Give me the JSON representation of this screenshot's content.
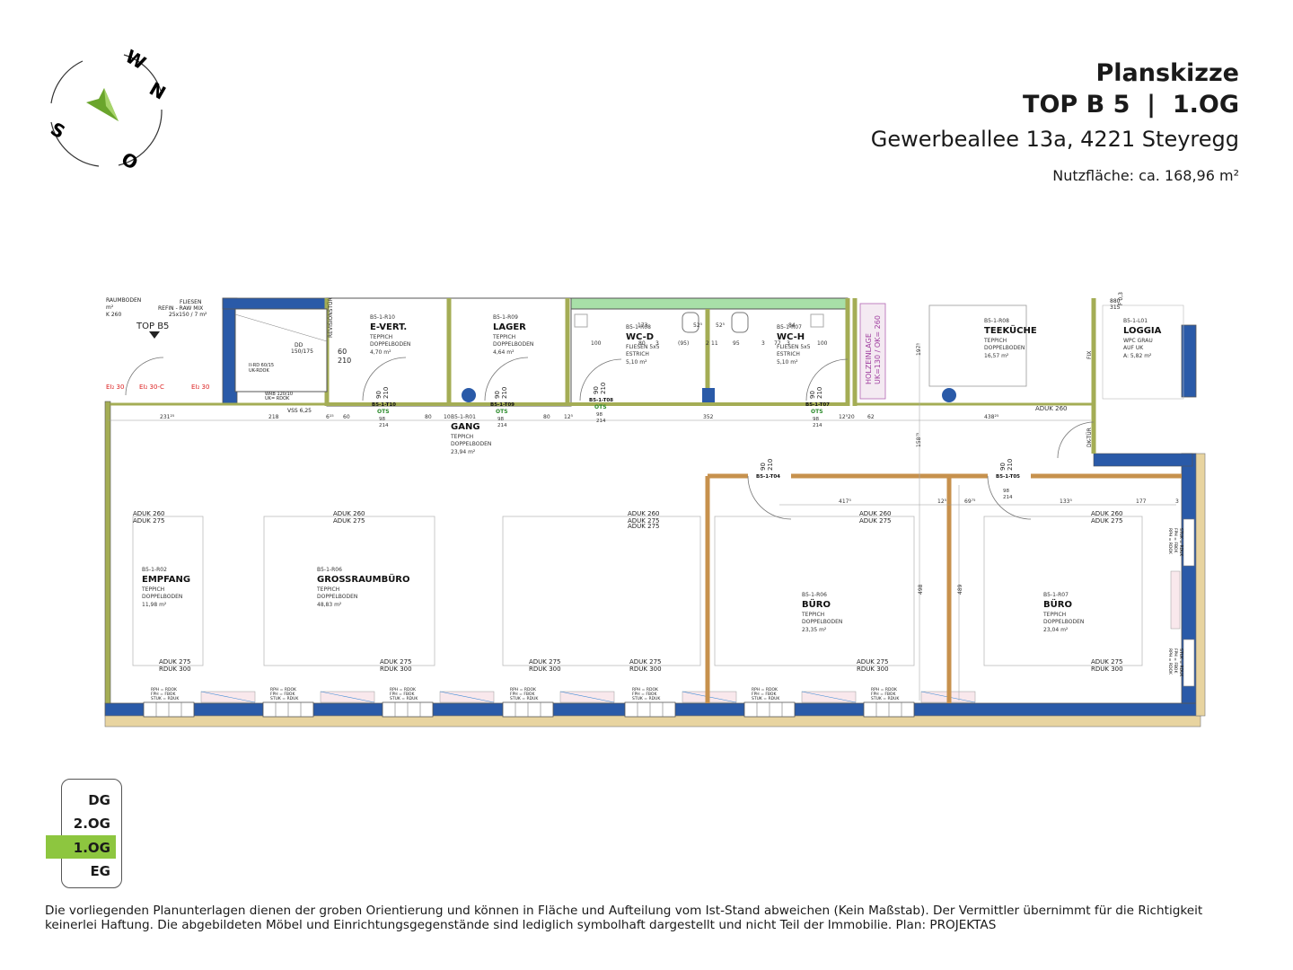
{
  "header": {
    "title": "Planskizze",
    "unit": "TOP B 5  |  1.OG",
    "address": "Gewerbeallee 13a, 4221 Steyregg",
    "area": "Nutzfläche: ca. 168,96 m²"
  },
  "compass": {
    "n": "N",
    "o": "O",
    "s": "S",
    "w": "W"
  },
  "colors": {
    "accent_green": "#8dc63f",
    "wall_blue": "#2a5aa8",
    "wall_olive": "#a4ad55",
    "wall_brown": "#c7914d",
    "bath": "#a8e0a8"
  },
  "plan": {
    "top_label": "TOP B5",
    "misc": {
      "raumboden": "RAUMBODEN",
      "m2": "m²",
      "k260": "K 260",
      "fliesen": "FLIESEN",
      "refin": "REFIN - RAW MIX",
      "fl_size": "25x150 / 7 m²",
      "dd": "DD",
      "dd_dim": "150/175",
      "revisionstuer": "REVISIONSTÜR",
      "d60": "60",
      "d210": "210",
      "hrd": "II-RD 60/15",
      "ukrdok": "UK-RDOK",
      "wrb": "WRB 120/10",
      "ukrdok2": "UK= RDOK",
      "vss": "VSS 6,25",
      "ei30a": "EI₂ 30",
      "ei30c": "EI₂ 30-C",
      "ei30b": "EI₂ 30",
      "holz1": "HOLZEINLAGE",
      "holz2": "UK=130 / OK= 260",
      "fix": "FIX",
      "dktuer": "DK-TÜR",
      "nm1": "880",
      "nm2": "315",
      "nm3": "F 0,3"
    },
    "rooms": [
      {
        "code": "B5-1-R10",
        "name": "E-VERT.",
        "f1": "TEPPICH",
        "f2": "DOPPELBODEN",
        "area": "4,70 m²"
      },
      {
        "code": "B5-1-R09",
        "name": "LAGER",
        "f1": "TEPPICH",
        "f2": "DOPPELBODEN",
        "area": "4,64 m²"
      },
      {
        "code": "B5-1-R08",
        "name": "WC-D",
        "f1": "FLIESEN 5x5",
        "f2": "ESTRICH",
        "area": "5,10 m²"
      },
      {
        "code": "B5-1-R07",
        "name": "WC-H",
        "f1": "FLIESEN 5x5",
        "f2": "ESTRICH",
        "area": "5,10 m²"
      },
      {
        "code": "B5-1-R08",
        "name": "TEEKÜCHE",
        "f1": "TEPPICH",
        "f2": "DOPPELBODEN",
        "area": "16,57 m²"
      },
      {
        "code": "B5-1-L01",
        "name": "LOGGIA",
        "f1": "WPC GRAU",
        "f2": "AUF UK",
        "area": "A: 5,82 m²"
      },
      {
        "code": "B5-1-R01",
        "name": "GANG",
        "f1": "TEPPICH",
        "f2": "DOPPELBODEN",
        "area": "23,94 m²"
      },
      {
        "code": "B5-1-R02",
        "name": "EMPFANG",
        "f1": "TEPPICH",
        "f2": "DOPPELBODEN",
        "area": "11,98 m²"
      },
      {
        "code": "B5-1-R06",
        "name": "GROSSRAUMBÜRO",
        "f1": "TEPPICH",
        "f2": "DOPPELBODEN",
        "area": "48,83 m²"
      },
      {
        "code": "B5-1-R06",
        "name": "BÜRO",
        "f1": "TEPPICH",
        "f2": "DOPPELBODEN",
        "area": "23,35 m²"
      },
      {
        "code": "B5-1-R07",
        "name": "BÜRO",
        "f1": "TEPPICH",
        "f2": "DOPPELBODEN",
        "area": "23,04 m²"
      }
    ],
    "doors": [
      {
        "code": "B5-1-T10",
        "w": "90",
        "h": "210",
        "dim": "98",
        "dim2": "214",
        "ots": "OTS"
      },
      {
        "code": "B5-1-T09",
        "w": "90",
        "h": "210",
        "dim": "98",
        "dim2": "214",
        "ots": "OTS"
      },
      {
        "code": "B5-1-T08",
        "w": "90",
        "h": "210",
        "dim": "98",
        "dim2": "214",
        "ots": "OTS"
      },
      {
        "code": "B5-1-T07",
        "w": "90",
        "h": "210",
        "dim": "98",
        "dim2": "214",
        "ots": "OTS"
      },
      {
        "code": "B5-1-T04",
        "w": "90",
        "h": "210"
      },
      {
        "code": "B5-1-T05",
        "w": "90",
        "h": "210",
        "dim": "98",
        "dim2": "214"
      }
    ],
    "dims": [
      "231²⁵",
      "218",
      "6¹⁵",
      "60",
      "80",
      "10",
      "80",
      "12⁵",
      "352",
      "12⁵",
      "20",
      "62",
      "438²⁵",
      "417⁵",
      "12⁵",
      "69⁷⁵",
      "133⁵",
      "177",
      "3",
      "498",
      "489",
      "158⁷⁵",
      "100",
      "80",
      "3",
      "(95)",
      "2",
      "11",
      "95",
      "3",
      "77",
      "3",
      "100",
      "173",
      "52⁵",
      "52⁵",
      "84",
      "197⁵",
      "ADUK 260",
      "ADUK 260"
    ],
    "aduk_top": [
      "ADUK 260",
      "ADUK 275"
    ],
    "aduk_bot": [
      "ADUK 275",
      "RDUK 300"
    ],
    "window_note": [
      "RPH = RDOK",
      "FPH = FBOK",
      "STUK = RDUK"
    ],
    "win_side": [
      "RPH = RDOK",
      "FPH = FBOK",
      "STUK = RDUK"
    ]
  },
  "floor_selector": {
    "floors": [
      "DG",
      "2.OG",
      "1.OG",
      "EG"
    ],
    "active": "1.OG"
  },
  "disclaimer": "Die vorliegenden Planunterlagen dienen der groben Orientierung und können in Fläche und Aufteilung vom Ist-Stand abweichen (Kein Maßstab). Der Vermittler übernimmt für die Richtigkeit keinerlei Haftung. Die abgebildeten Möbel und Einrichtungsgegenstände sind lediglich symbolhaft dargestellt und nicht Teil der Immobilie. Plan: PROJEKTAS"
}
